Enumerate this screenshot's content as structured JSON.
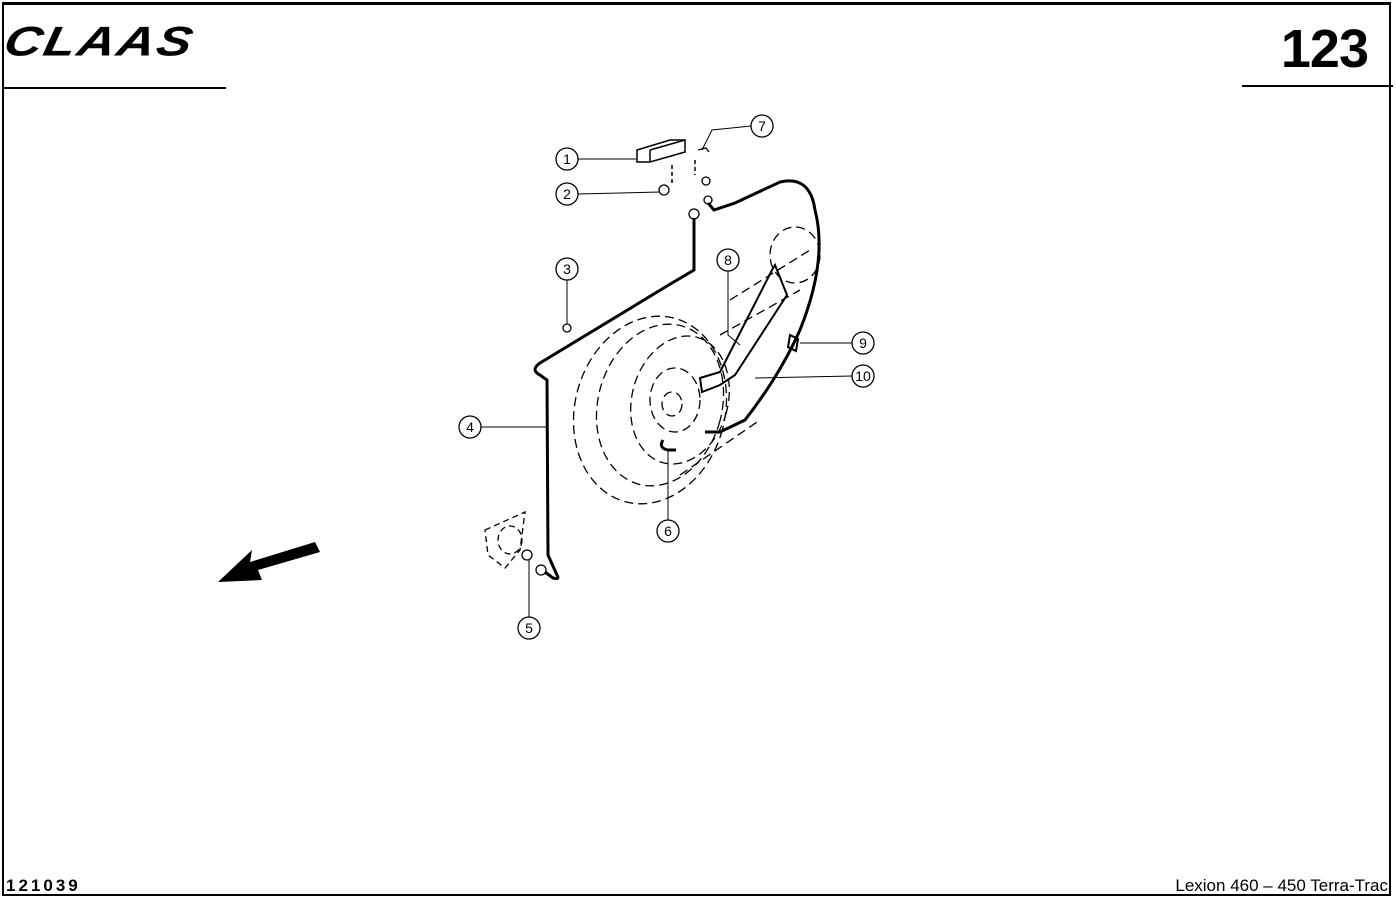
{
  "header": {
    "brand": "CLAAS",
    "page_number": "123"
  },
  "footer": {
    "drawing_code": "121039",
    "model": "Lexion 460 – 450 Terra-Trac"
  },
  "callouts": [
    "1",
    "2",
    "3",
    "4",
    "5",
    "6",
    "7",
    "8",
    "9",
    "10"
  ]
}
